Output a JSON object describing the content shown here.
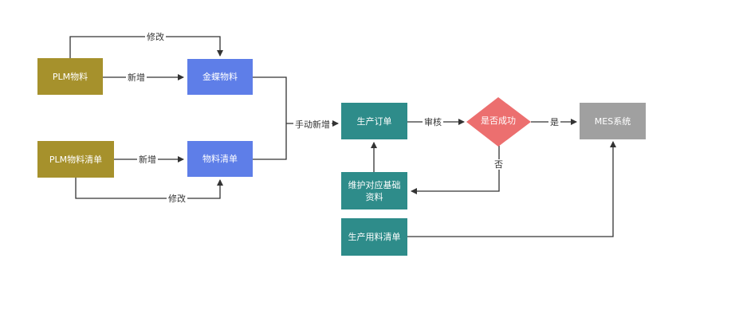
{
  "nodes": {
    "plm_material": "PLM物料",
    "kingdee_material": "金蝶物料",
    "plm_bom": "PLM物料清单",
    "material_bom": "物料清单",
    "production_order": "生产订单",
    "success_check": "是否成功",
    "mes_system": "MES系统",
    "maintain_base_data": "维护对应基础资料",
    "production_material_list": "生产用料清单"
  },
  "edges": {
    "modify_top": "修改",
    "add_top": "新增",
    "add_bottom": "新增",
    "modify_bottom": "修改",
    "manual_add": "手动新增",
    "audit": "审核",
    "yes": "是",
    "no": "否"
  },
  "colors": {
    "olive": "#a6912c",
    "blue": "#5e7ee8",
    "teal": "#2e8c8a",
    "gray": "#a0a0a0",
    "decision": "#ec6f6f",
    "line": "#333333"
  }
}
